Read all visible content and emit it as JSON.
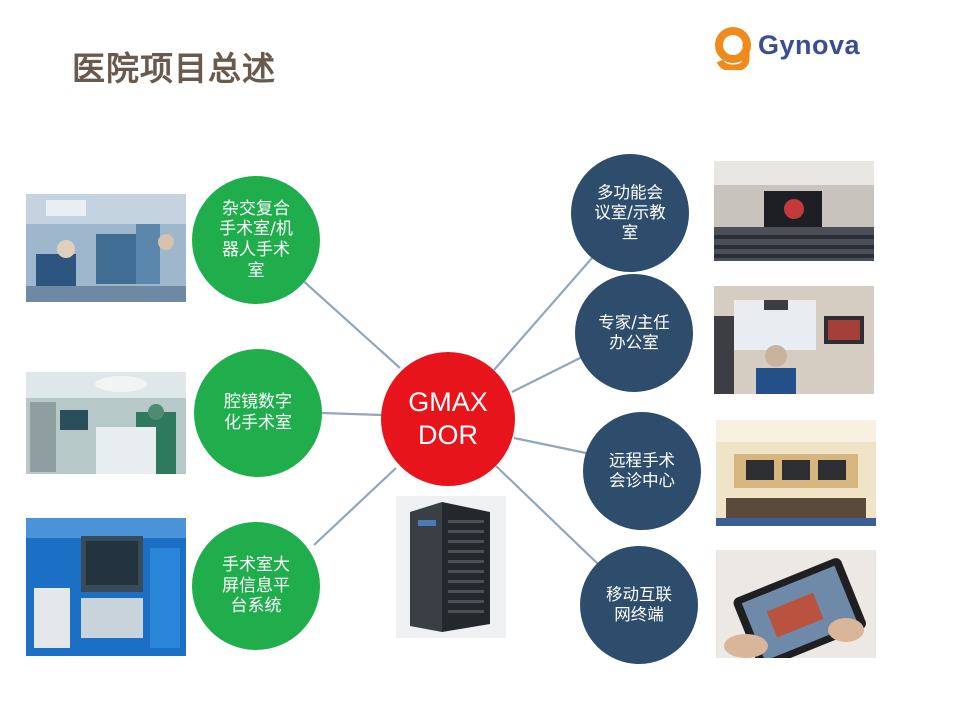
{
  "header": {
    "title": "医院项目总述",
    "logo_text": "Gynova"
  },
  "center_node": {
    "label": "GMAX\nDOR"
  },
  "left_nodes": [
    {
      "label": "杂交复合\n手术室/机\n器人手术\n室",
      "photo_icon": "robotic-surgery-photo"
    },
    {
      "label": "腔镜数字\n化手术室",
      "photo_icon": "laparoscopic-surgery-photo"
    },
    {
      "label": "手术室大\n屏信息平\n台系统",
      "photo_icon": "info-panel-photo"
    }
  ],
  "right_nodes": [
    {
      "label": "多功能会\n议室/示教\n室",
      "photo_icon": "auditorium-photo"
    },
    {
      "label": "专家/主任\n办公室",
      "photo_icon": "expert-office-photo"
    },
    {
      "label": "远程手术\n会诊中心",
      "photo_icon": "consultation-center-photo"
    },
    {
      "label": "移动互联\n网终端",
      "photo_icon": "tablet-photo"
    }
  ],
  "server_icon": "server-cabinet-icon",
  "colors": {
    "green": "#1fae4b",
    "blue": "#2e4d6c",
    "red": "#e8141b",
    "title": "#6a5a4e",
    "logo_orange": "#f08a1c",
    "logo_blue": "#3a4e92",
    "connector": "#8fa6bf"
  }
}
